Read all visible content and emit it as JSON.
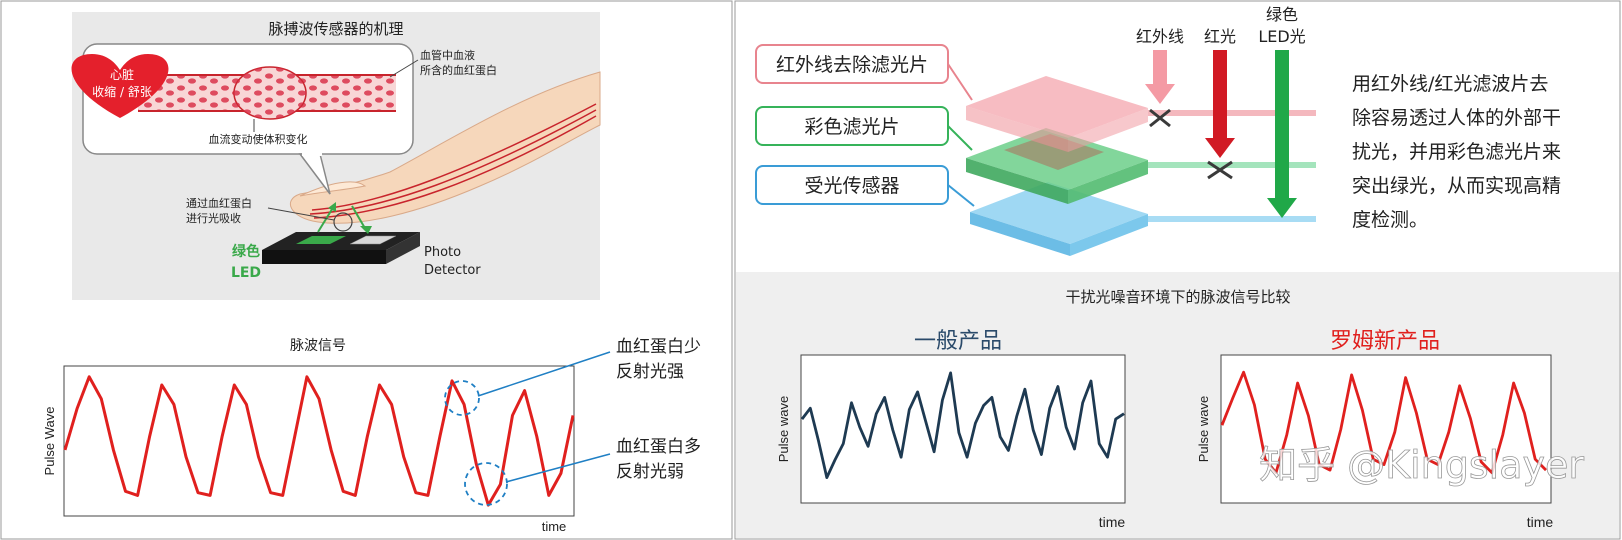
{
  "mechanism": {
    "title": "脉搏波传感器的机理",
    "heart_label_1": "心脏",
    "heart_label_2": "收缩 / 舒张",
    "vessel_label_1": "血管中血液",
    "vessel_label_2": "所含的血红蛋白",
    "volume_change": "血流变动使体积变化",
    "absorb_1": "通过血红蛋白",
    "absorb_2": "进行光吸收",
    "led_1": "绿色",
    "led_2": "LED",
    "photo_1": "Photo",
    "photo_2": "Detector"
  },
  "pulse_signal": {
    "title": "脉波信号",
    "ylabel": "Pulse Wave",
    "xlabel": "time",
    "note_low_1": "血红蛋白少",
    "note_low_2": "反射光强",
    "note_high_1": "血红蛋白多",
    "note_high_2": "反射光弱"
  },
  "filter": {
    "layer_ir": "红外线去除滤光片",
    "layer_color": "彩色滤光片",
    "layer_sensor": "受光传感器",
    "beam_ir": "红外线",
    "beam_red": "红光",
    "beam_green_1": "绿色",
    "beam_green_2": "LED光",
    "description": [
      "用红外线/红光滤波片去",
      "除容易透过人体的外部干",
      "扰光，并用彩色滤光片来",
      "突出绿光，从而实现高精",
      "度检测。"
    ]
  },
  "comparison": {
    "title": "干扰光噪音环境下的脉波信号比较",
    "general_title": "一般产品",
    "rohm_title": "罗姆新产品",
    "ylabel": "Pulse wave",
    "xlabel": "time"
  },
  "watermark": "知乎 @Kingslayer",
  "colors": {
    "signal_red": "#e0201e",
    "signal_navy": "#1e3a52",
    "callout_blue": "#1f7fc4",
    "filter_pink": "#f3a0a8",
    "filter_green": "#6ccf8a",
    "sensor_blue": "#8fd0f0",
    "beam_ir": "#f49aa4",
    "beam_red": "#d11a24",
    "beam_green": "#20a848"
  },
  "chart_data": [
    {
      "type": "line",
      "title": "脉波信号",
      "xlabel": "time",
      "ylabel": "Pulse Wave",
      "series": [
        {
          "values": [
            0.45,
            0.75,
            0.98,
            0.82,
            0.45,
            0.15,
            0.12,
            0.55,
            0.92,
            0.78,
            0.4,
            0.14,
            0.12,
            0.55,
            0.92,
            0.78,
            0.4,
            0.14,
            0.12,
            0.55,
            0.98,
            0.82,
            0.45,
            0.15,
            0.12,
            0.55,
            0.92,
            0.78,
            0.4,
            0.14,
            0.12,
            0.55,
            0.95,
            0.78,
            0.35,
            0.05,
            0.2,
            0.7,
            0.88,
            0.55,
            0.12,
            0.28,
            0.7
          ]
        }
      ]
    },
    {
      "type": "line",
      "title": "一般产品",
      "xlabel": "time",
      "ylabel": "Pulse wave",
      "series": [
        {
          "values": [
            0.58,
            0.66,
            0.42,
            0.15,
            0.28,
            0.4,
            0.7,
            0.52,
            0.38,
            0.62,
            0.74,
            0.5,
            0.3,
            0.65,
            0.78,
            0.56,
            0.34,
            0.72,
            0.92,
            0.48,
            0.3,
            0.55,
            0.68,
            0.74,
            0.45,
            0.35,
            0.6,
            0.8,
            0.5,
            0.32,
            0.66,
            0.82,
            0.52,
            0.36,
            0.7,
            0.86,
            0.4,
            0.3,
            0.58,
            0.62
          ]
        }
      ]
    },
    {
      "type": "line",
      "title": "罗姆新产品",
      "xlabel": "time",
      "ylabel": "Pulse wave",
      "series": [
        {
          "values": [
            0.55,
            0.75,
            0.94,
            0.7,
            0.3,
            0.2,
            0.48,
            0.86,
            0.62,
            0.26,
            0.22,
            0.52,
            0.92,
            0.66,
            0.3,
            0.26,
            0.5,
            0.9,
            0.64,
            0.3,
            0.26,
            0.5,
            0.84,
            0.6,
            0.28,
            0.2,
            0.48,
            0.86,
            0.64,
            0.3,
            0.22
          ]
        }
      ]
    }
  ]
}
